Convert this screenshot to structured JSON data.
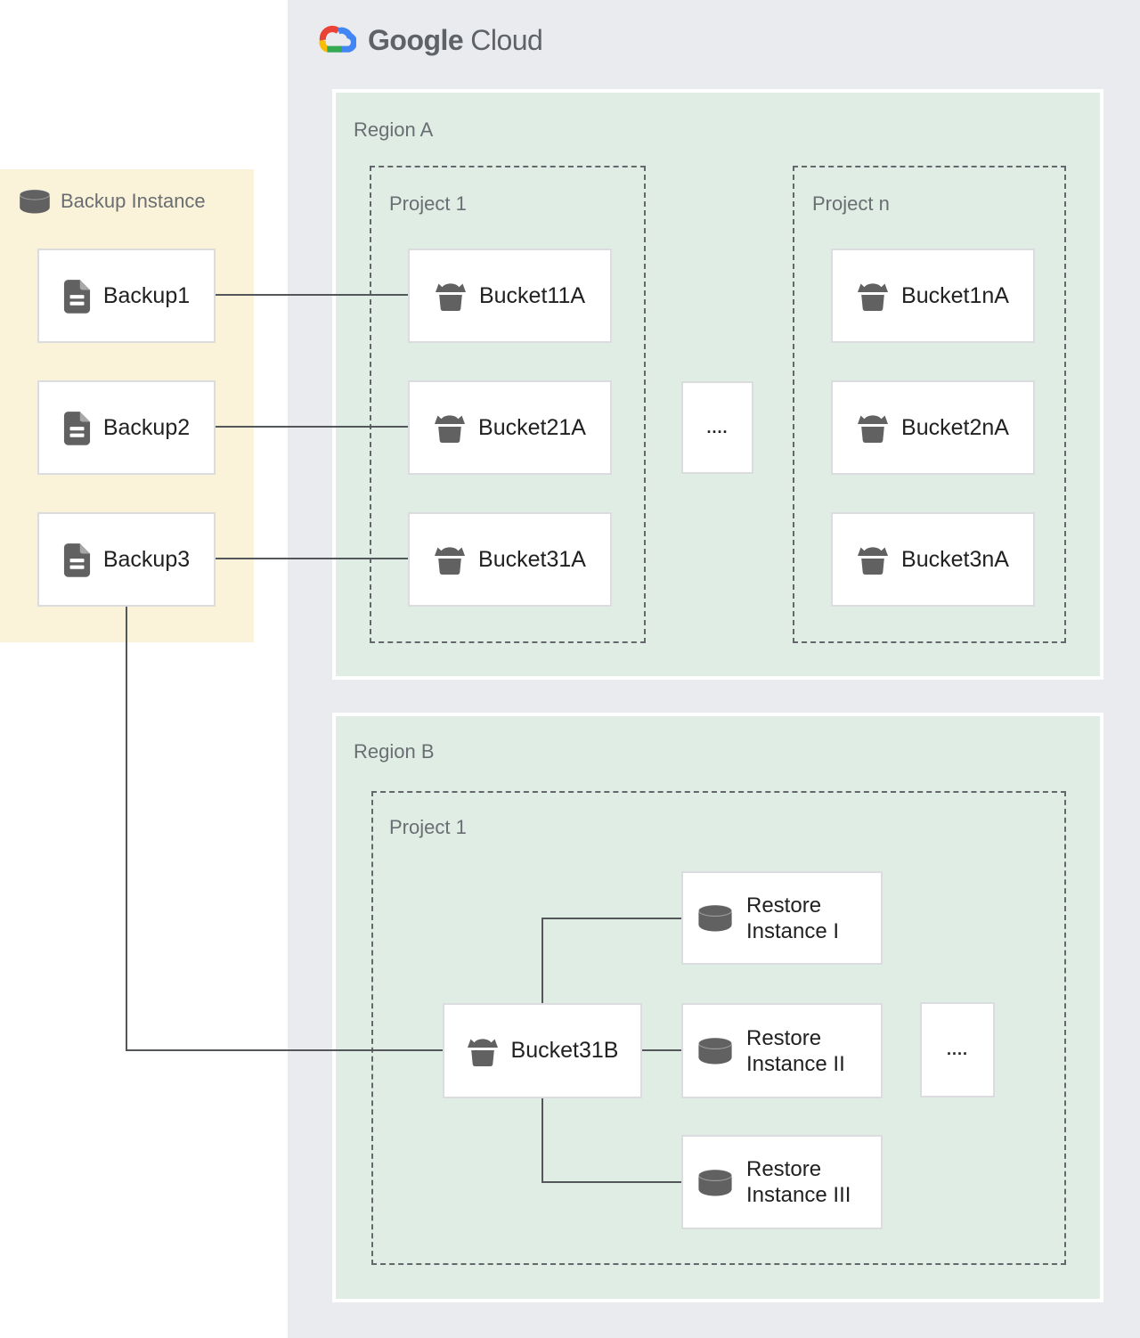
{
  "logo": {
    "part1": "Google",
    "part2": "Cloud"
  },
  "legend": {
    "title": "Backup Instance",
    "icon": "database-icon"
  },
  "backups": [
    "Backup1",
    "Backup2",
    "Backup3"
  ],
  "region_a": {
    "label": "Region A",
    "project_1": {
      "label": "Project 1",
      "buckets": [
        "Bucket11A",
        "Bucket21A",
        "Bucket31A"
      ]
    },
    "project_n": {
      "label": "Project n",
      "buckets": [
        "Bucket1nA",
        "Bucket2nA",
        "Bucket3nA"
      ]
    },
    "ellipsis": "...."
  },
  "region_b": {
    "label": "Region B",
    "project_1": {
      "label": "Project 1"
    },
    "bucket": "Bucket31B",
    "restores": [
      "Restore Instance I",
      "Restore Instance II",
      "Restore Instance III"
    ],
    "ellipsis": "...."
  },
  "icons": {
    "backup_item": "document-icon",
    "bucket": "bucket-icon",
    "restore": "database-icon",
    "legend": "database-icon",
    "logo": "google-cloud-logo-icon"
  },
  "colors": {
    "canvas_bg": "#FFFFFF",
    "cloud_container_bg": "#E9EBEE",
    "region_bg": "#DFEDE5",
    "backup_panel_bg": "#FAF3D9",
    "node_border": "#DADCE0",
    "dashed_border": "#64686C",
    "connector": "#53575A",
    "label_gray": "#6A6E72",
    "node_text": "#212121",
    "logo_text": "#5F6368",
    "icon_gray": "#616161",
    "logo_red": "#EA4335",
    "logo_blue": "#4285F4",
    "logo_green": "#34A853",
    "logo_yellow": "#FBBC05"
  }
}
